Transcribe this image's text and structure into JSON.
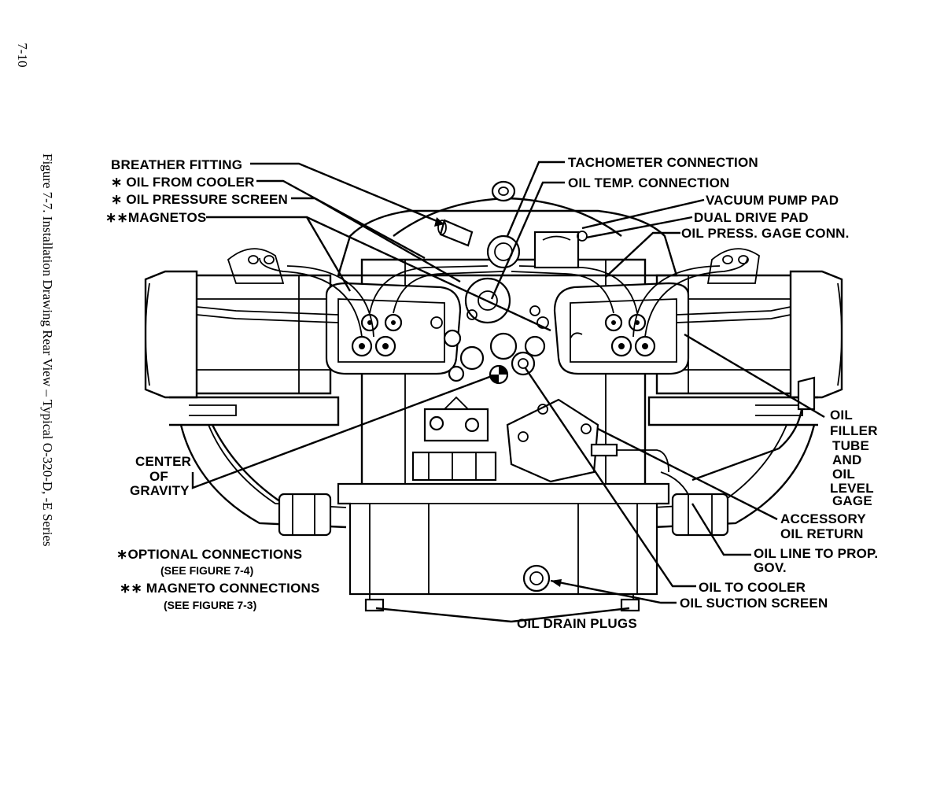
{
  "page_number": "7-10",
  "caption": "Figure 7-7. Installation Drawing Rear View – Typical O-320-D, -E Series",
  "labels": {
    "breather_fitting": "BREATHER FITTING",
    "oil_from_cooler": "∗ OIL FROM COOLER",
    "oil_pressure_screen": "∗ OIL PRESSURE SCREEN",
    "magnetos": "∗∗MAGNETOS",
    "tachometer_connection": "TACHOMETER CONNECTION",
    "oil_temp_connection": "OIL TEMP. CONNECTION",
    "vacuum_pump_pad": "VACUUM PUMP PAD",
    "dual_drive_pad": "DUAL DRIVE PAD",
    "oil_press_gage_conn": "OIL PRESS. GAGE CONN.",
    "oil_filler_1": "OIL",
    "oil_filler_2": "FILLER",
    "oil_filler_3": "TUBE",
    "oil_filler_4": "AND",
    "oil_filler_5": "OIL",
    "oil_filler_6": "LEVEL",
    "oil_filler_7": "GAGE",
    "center_1": "CENTER",
    "center_2": "OF",
    "center_3": "GRAVITY",
    "accessory_1": "ACCESSORY",
    "accessory_2": "OIL RETURN",
    "oil_line_prop_1": "OIL LINE TO PROP.",
    "oil_line_prop_2": "GOV.",
    "oil_to_cooler": "OIL TO COOLER",
    "oil_suction_screen": "OIL SUCTION SCREEN",
    "oil_drain_plugs": "OIL DRAIN PLUGS",
    "optional_connections": "∗OPTIONAL CONNECTIONS",
    "see_fig_7_4": "(SEE FIGURE 7-4)",
    "magneto_connections": "∗∗ MAGNETO CONNECTIONS",
    "see_fig_7_3": "(SEE FIGURE 7-3)"
  }
}
